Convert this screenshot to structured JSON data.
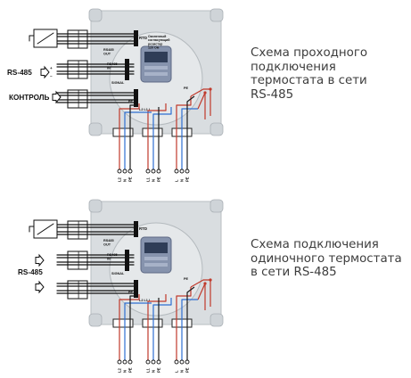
{
  "captions": {
    "diagram1": [
      "Схема проходного",
      "подключения",
      "термостата в сети",
      "RS-485"
    ],
    "diagram2": [
      "Схема подключения",
      "одиночного термостата",
      "в сети RS-485"
    ]
  },
  "diagram1": {
    "side_labels": {
      "rs485": "RS-485",
      "control": "КОНТРОЛЬ"
    },
    "board_labels": {
      "rtd": "RTD",
      "rs485_out": "RS485\nOUT",
      "rs485_in": "RS485\nIN",
      "signal": "SIGNAL",
      "resistor_note": "Оконечный\nсогласующий\nрезистор\n120 Ом",
      "pe_left": "PE",
      "pe_right": "PE",
      "bus": "L2 L1 L"
    },
    "terminals": [
      "L2",
      "N",
      "PE",
      "L1",
      "N",
      "PE",
      "L",
      "N",
      "PE"
    ]
  },
  "diagram2": {
    "side_labels": {
      "rs485": "RS-485"
    },
    "board_labels": {
      "rtd": "RTD",
      "rs485_out": "RS485\nOUT",
      "rs485_in": "RS485\nIN",
      "signal": "SIGNAL",
      "pe_left": "PE",
      "pe_right": "PE",
      "bus": "L2 L1 L"
    },
    "terminals": [
      "L2",
      "N",
      "PE",
      "L1",
      "N",
      "PE",
      "L",
      "N",
      "PE"
    ]
  },
  "colors": {
    "line": "#c0392b",
    "neutral": "#2e6fd1",
    "ground": "#1a1a1a",
    "enclosure": "#d9dde0",
    "window": "#8693ad",
    "caption": "#3d3d3d"
  }
}
